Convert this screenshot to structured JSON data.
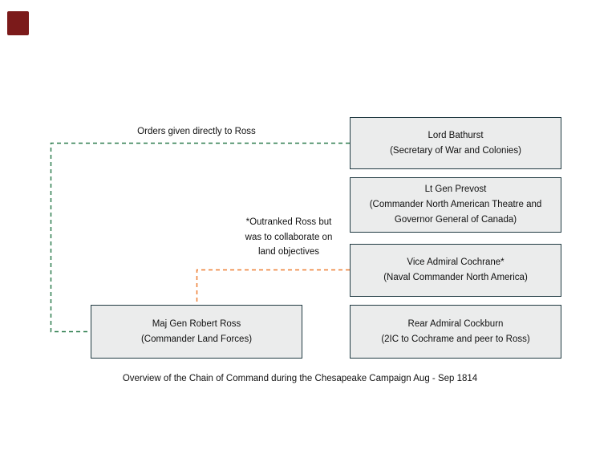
{
  "diagram": {
    "caption": "Overview of the Chain of Command during the Chesapeake Campaign Aug - Sep 1814",
    "red_marker": {
      "color": "#7b1a1a"
    },
    "box_style": {
      "fill": "#ebecec",
      "border": "#203a42"
    },
    "boxes": {
      "bathurst": {
        "line1": "Lord Bathurst",
        "line2": "(Secretary of War and Colonies)"
      },
      "prevost": {
        "line1": "Lt Gen Prevost",
        "line2": "(Commander North American Theatre and",
        "line3": "Governor General of Canada)"
      },
      "cochrane": {
        "line1": "Vice Admiral Cochrane*",
        "line2": "(Naval Commander North America)"
      },
      "cockburn": {
        "line1": "Rear Admiral Cockburn",
        "line2": "(2IC to Cochrame and peer to Ross)"
      },
      "ross": {
        "line1": "Maj Gen Robert Ross",
        "line2": "(Commander Land Forces)"
      }
    },
    "connectors": {
      "orders": {
        "label": "Orders given directly to Ross",
        "color": "#2e7d4f",
        "style": "dashed",
        "from": "Lord Bathurst",
        "to": "Maj Gen Robert Ross"
      },
      "collaborate": {
        "label_line1": "*Outranked Ross but",
        "label_line2": "was to collaborate on",
        "label_line3": "land objectives",
        "color": "#ed7d31",
        "style": "dashed",
        "from": "Vice Admiral Cochrane*",
        "to": "Maj Gen Robert Ross"
      }
    }
  }
}
